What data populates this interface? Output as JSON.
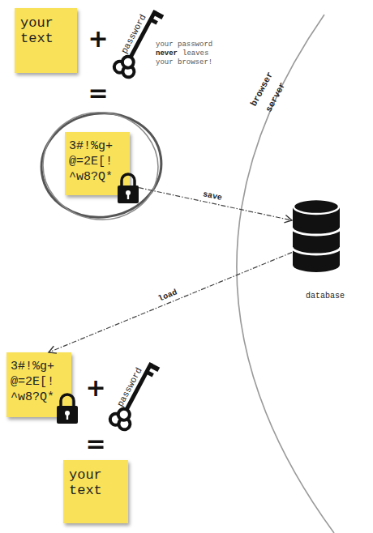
{
  "diagram": {
    "nodes": [
      {
        "text": [
          "your text"
        ]
      },
      {
        "text": [
          "3#!%g+ @=2E[! ^w8?Q*"
        ]
      },
      {
        "text": [
          "database"
        ]
      },
      {
        "text": [
          "3#!%g+ @=2E[! ^w8?Q*"
        ]
      },
      {
        "text": [
          "your text"
        ]
      }
    ],
    "edges": [
      {
        "from": 1,
        "to": 2,
        "label": "save",
        "arrow": "to"
      },
      {
        "from": 2,
        "to": 3,
        "label": "load",
        "arrow": "to"
      }
    ],
    "labels": [
      "+",
      "password",
      "your password",
      "never",
      "leaves",
      "your browser!",
      "=",
      "browser",
      "server",
      "+",
      "password",
      "="
    ]
  }
}
